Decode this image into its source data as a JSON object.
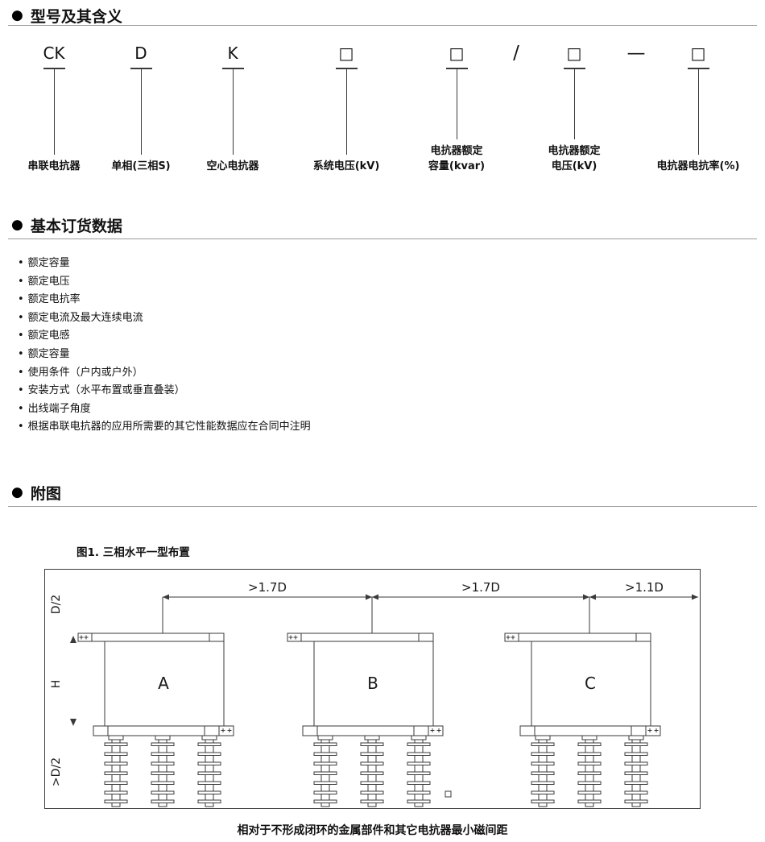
{
  "colors": {
    "text": "#1a1a1a",
    "line": "#3a3a3a",
    "rule": "#9b9b9b"
  },
  "icons": {
    "section_bullet": "●",
    "list_bullet": "•"
  },
  "section_model": {
    "title": "型号及其含义",
    "columns": [
      {
        "symbol": "CK",
        "label1": "串联电抗器",
        "label2": ""
      },
      {
        "symbol": "D",
        "label1": "单相(三相S)",
        "label2": ""
      },
      {
        "symbol": "K",
        "label1": "空心电抗器",
        "label2": ""
      },
      {
        "symbol": "□",
        "label1": "系统电压(kV)",
        "label2": ""
      },
      {
        "symbol": "□",
        "label1": "电抗器额定",
        "label2": "容量(kvar)"
      },
      {
        "symbol": "/"
      },
      {
        "symbol": "□",
        "label1": "电抗器额定",
        "label2": "电压(kV)"
      },
      {
        "symbol": "—"
      },
      {
        "symbol": "□",
        "label1": "电抗器电抗率(%)",
        "label2": ""
      }
    ]
  },
  "section_ordering": {
    "title": "基本订货数据",
    "items": [
      "额定容量",
      "额定电压",
      "额定电抗率",
      "额定电流及最大连续电流",
      "额定电感",
      "额定容量",
      "使用条件（户内或户外）",
      "安装方式（水平布置或垂直叠装）",
      "出线端子角度",
      "根据串联电抗器的应用所需要的其它性能数据应在合同中注明"
    ]
  },
  "section_figure": {
    "title": "附图",
    "figure_title": "图1.  三相水平一型布置",
    "caption": "相对于不形成闭环的金属部件和其它电抗器最小磁间距",
    "dims": {
      "top1": ">1.7D",
      "top2": ">1.7D",
      "top3": ">1.1D",
      "left_top": "D/2",
      "left_mid": "H",
      "left_bottom": ">D/2"
    },
    "units": [
      "A",
      "B",
      "C"
    ]
  }
}
